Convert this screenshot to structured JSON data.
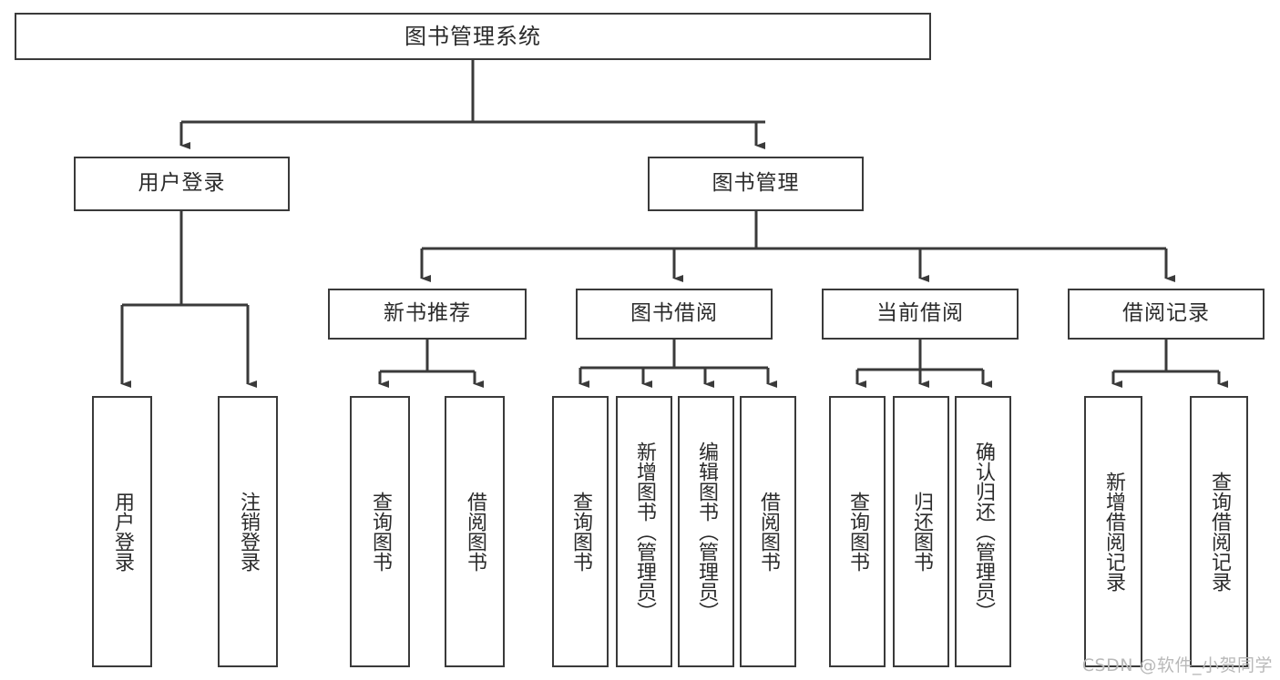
{
  "diagram": {
    "title": "图书管理系统",
    "type": "tree",
    "watermark": "CSDN @软件_小贺同学",
    "colors": {
      "border": "#3a3a3a",
      "text": "#2b2b2b",
      "background": "#ffffff",
      "wire": "#3a3a3a",
      "watermark": "#b9b9b9"
    },
    "root": {
      "label": "图书管理系统"
    },
    "level2": [
      {
        "label": "用户登录"
      },
      {
        "label": "图书管理"
      }
    ],
    "level3": [
      {
        "label": "新书推荐"
      },
      {
        "label": "图书借阅"
      },
      {
        "label": "当前借阅"
      },
      {
        "label": "借阅记录"
      }
    ],
    "leaves": {
      "user_login": [
        {
          "label": "用户登录"
        },
        {
          "label": "注销登录"
        }
      ],
      "new_book_recommend": [
        {
          "label": "查询图书"
        },
        {
          "label": "借阅图书"
        }
      ],
      "book_borrow": [
        {
          "label": "查询图书"
        },
        {
          "label": "新增图书（管理员）"
        },
        {
          "label": "编辑图书（管理员）"
        },
        {
          "label": "借阅图书"
        }
      ],
      "current_borrow": [
        {
          "label": "查询图书"
        },
        {
          "label": "归还图书"
        },
        {
          "label": "确认归还（管理员）"
        }
      ],
      "borrow_record": [
        {
          "label": "新增借阅记录"
        },
        {
          "label": "查询借阅记录"
        }
      ]
    }
  }
}
